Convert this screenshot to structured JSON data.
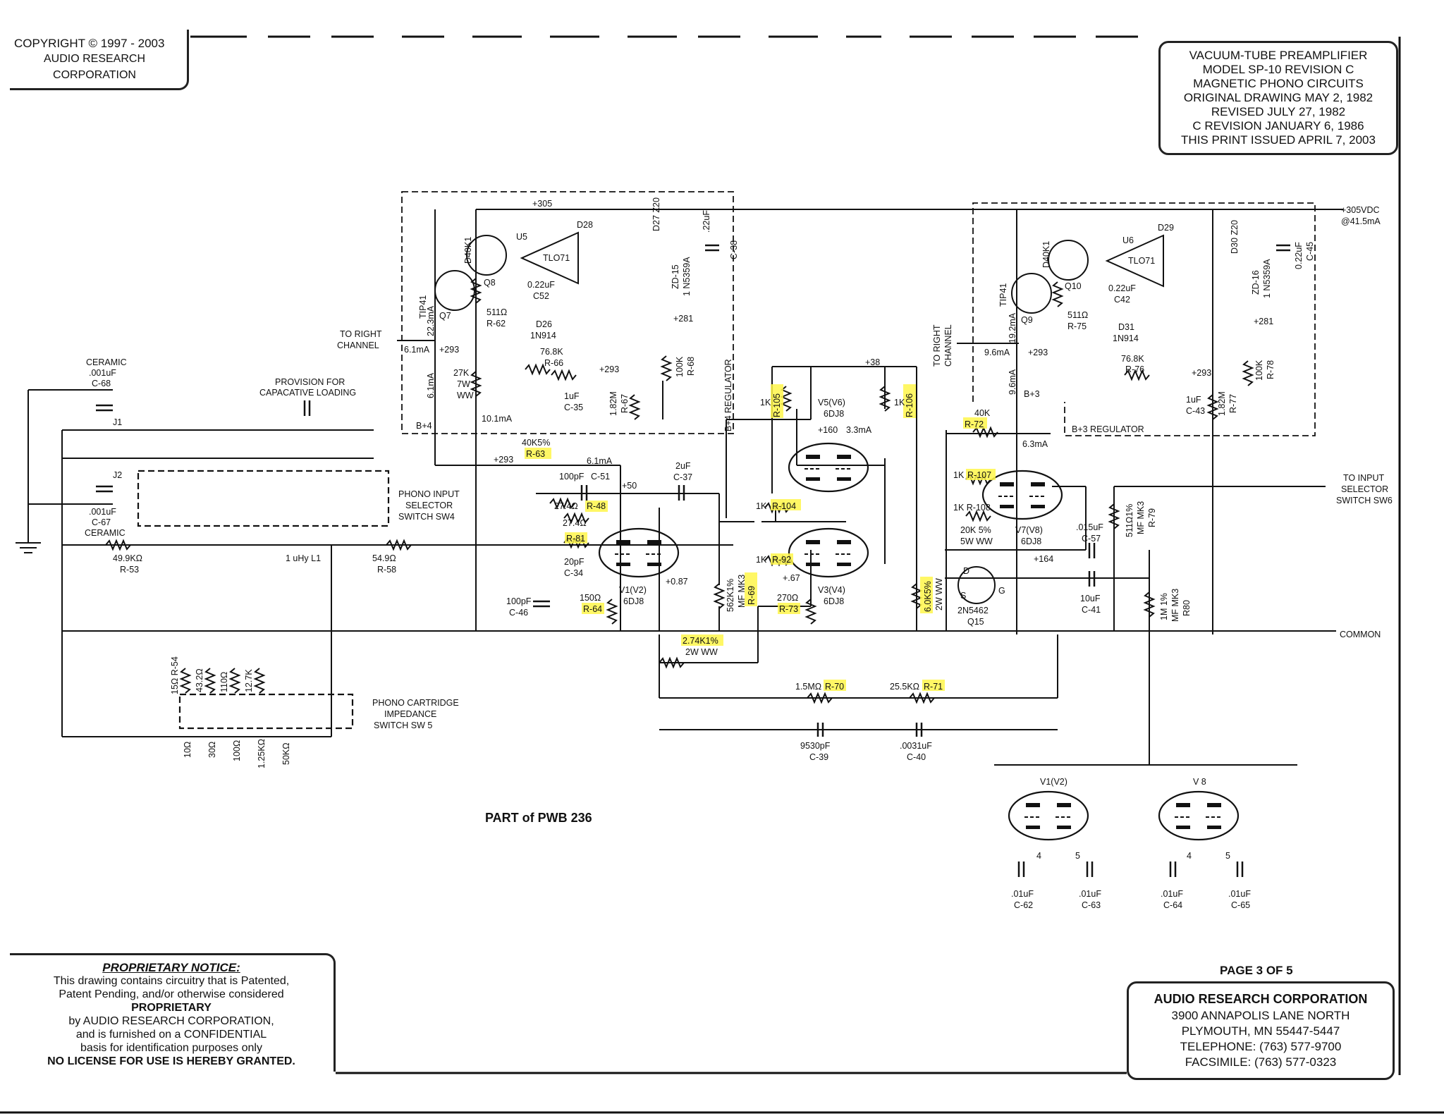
{
  "copyright": [
    "COPYRIGHT © 1997 - 2003",
    "AUDIO RESEARCH",
    "CORPORATION"
  ],
  "title_block": [
    "VACUUM-TUBE PREAMPLIFIER",
    "MODEL SP-10 REVISION C",
    "MAGNETIC PHONO CIRCUITS",
    "ORIGINAL DRAWING MAY 2, 1982",
    "REVISED JULY 27, 1982",
    "C REVISION JANUARY 6, 1986",
    "THIS PRINT ISSUED APRIL 7, 2003"
  ],
  "page_number": "PAGE 3 OF 5",
  "pwb": "PART of PWB 236",
  "notice": {
    "heading": "PROPRIETARY NOTICE:",
    "lines": [
      "This drawing contains circuitry  that is Patented,",
      "Patent Pending, and/or otherwise considered",
      "PROPRIETARY",
      "by AUDIO RESEARCH CORPORATION,",
      "and is furnished on a CONFIDENTIAL",
      "basis for identification purposes only",
      "NO LICENSE FOR USE IS HEREBY GRANTED."
    ]
  },
  "company": [
    "AUDIO RESEARCH CORPORATION",
    "3900 ANNAPOLIS LANE NORTH",
    "PLYMOUTH, MN 55447-5447",
    "TELEPHONE:  (763) 577-9700",
    "FACSIMILE:  (763) 577-0323"
  ],
  "labels": {
    "plus305": "+305",
    "plus305vdc": "+305VDC",
    "ma415": "@41.5mA",
    "plus281a": "+281",
    "plus281b": "+281",
    "plus293a": "+293",
    "plus293b": "+293",
    "plus293c": "+293",
    "plus293d": "+293",
    "plus293e": "+293",
    "to_right_channel": "TO RIGHT CHANNEL",
    "to_right": "TO RIGHT",
    "channel": "CHANNEL",
    "b4": "B+4",
    "b3": "B+3",
    "b4reg": "B+4 REGULATOR",
    "b3reg": "B+3 REGULATOR",
    "u5": "U5",
    "u6": "U6",
    "tlo71a": "TLO71",
    "tlo71b": "TLO71",
    "q7": "Q7",
    "q8": "Q8",
    "q9": "Q9",
    "q10": "Q10",
    "tip41a": "TIP41",
    "tip41b": "TIP41",
    "d40k1a": "D40K1",
    "d40k1b": "D40K1",
    "d28": "D28",
    "d29": "D29",
    "d27": "D27 Z20",
    "d30": "D30 Z20",
    "zd15": "ZD-15",
    "zd16": "ZD-16",
    "n5359a": "1 N5359A",
    "n5359b": "1 N5359A",
    "c38v": ".22uF",
    "c38": "C-38",
    "c45v": "0.22uF",
    "c45": "C-45",
    "c52v": "0.22uF",
    "c52": "C52",
    "c42v": "0.22uF",
    "c42": "C42",
    "d26": "D26",
    "d31": "D31",
    "n914a": "1N914",
    "n914b": "1N914",
    "r62v": "511Ω",
    "r62": "R-62",
    "r75v": "511Ω",
    "r75": "R-75",
    "r66v": "76.8K",
    "r66": "R-66",
    "r76v": "76.8K",
    "r76": "R-76",
    "r68v": "100K",
    "r68": "R-68",
    "r78v": "100K",
    "r78": "R-78",
    "r67v": "1.82M",
    "r67": "R-67",
    "r77v": "1.82M",
    "r77": "R-77",
    "c35v": "1uF",
    "c35": "C-35",
    "c43v": "1uF",
    "c43": "C-43",
    "ma223": "22.3mA",
    "ma61a": "6.1mA",
    "ma61b": "6.1mA",
    "ma61c": "6.1mA",
    "ma101": "10.1mA",
    "ma192": "19.2mA",
    "ma96a": "9.6mA",
    "ma96b": "9.6mA",
    "ma33": "3.3mA",
    "ma63": "6.3mA",
    "r27k": "27K",
    "r7w": "7W",
    "rww": "WW",
    "ceramic1": "CERAMIC",
    "c68v": ".001uF",
    "c68": "C-68",
    "c67v": ".001uF",
    "c67": "C-67",
    "ceramic2": "CERAMIC",
    "j1": "J1",
    "j2": "J2",
    "provision": "PROVISION FOR",
    "capload": "CAPACATIVE LOADING",
    "sw4a": "PHONO INPUT",
    "sw4b": "SELECTOR",
    "sw4c": "SWITCH SW4",
    "r53v": "49.9KΩ",
    "r53": "R-53",
    "l1": "1 uHy  L1",
    "r58v": "54.9Ω",
    "r58": "R-58",
    "r63v": "40K5%",
    "r63": "R-63",
    "c51v": "100pF",
    "c51": "C-51",
    "plus50": "+50",
    "c37v": "2uF",
    "c37": "C-37",
    "r48v": "27.4Ω",
    "r48": "R-48",
    "r81v": "27.4Ω",
    "r81": "R-81",
    "c34v": "20pF",
    "c34": "C-34",
    "c46v": "100pF",
    "c46": "C-46",
    "r64v": "150Ω",
    "r64": "R-64",
    "v1": "V1(V2)",
    "v1t": "6DJ8",
    "plus087": "+0.87",
    "r69v": "562K1%",
    "r69m": "MF MK3",
    "r69": "R-69",
    "r105v": "1K",
    "r105": "R-105",
    "r106v": "1K",
    "r106": "R-106",
    "plus38": "+38",
    "v5": "V5(V6)",
    "v5t": "6DJ8",
    "plus160": "+160",
    "r104v": "1K",
    "r104": "R-104",
    "r92v": "1K",
    "r92": "R-92",
    "plus67": "+.67",
    "r73v": "270Ω",
    "r73": "R-73",
    "v3": "V3(V4)",
    "v3t": "6DJ8",
    "r74v": "2.74K1%",
    "r74w": "2W WW",
    "r65v": "6.0K5%",
    "r65w": "2W WW",
    "r72v": "40K",
    "r72": "R-72",
    "r107v": "1K",
    "r107": "R-107",
    "r108v": "1K  R-108",
    "r20k": "20K 5%",
    "r5w": "5W WW",
    "v7": "V7(V8)",
    "v7t": "6DJ8",
    "plus164": "+164",
    "c57v": ".015uF",
    "c57": "C-57",
    "r79v": "511Ω1%",
    "r79m": "MF MK3",
    "r79": "R-79",
    "to_input1": "TO INPUT",
    "to_input2": "SELECTOR",
    "to_input3": "SWITCH SW6",
    "q15a": "2N5462",
    "q15": "Q15",
    "jd": "D",
    "js": "S",
    "jg": "G",
    "c41v": "10uF",
    "c41": "C-41",
    "r80v": "1M 1%",
    "r80m": "MF MK3",
    "r80": "R80",
    "common": "COMMON",
    "r70v": "1.5MΩ",
    "r70": "R-70",
    "r71v": "25.5KΩ",
    "r71": "R-71",
    "c39v": "9530pF",
    "c39": "C-39",
    "c40v": ".0031uF",
    "c40": "C-40",
    "r54": "15Ω R-54",
    "r432": "43.2Ω",
    "r110": "110Ω",
    "r127": "12.7K",
    "sw5a": "PHONO CARTRIDGE",
    "sw5b": "IMPEDANCE",
    "sw5c": "SWITCH SW 5",
    "sw5p1": "10Ω",
    "sw5p2": "30Ω",
    "sw5p3": "100Ω",
    "sw5p4": "1.25KΩ",
    "sw5p5": "50KΩ",
    "v1v2": "V1(V2)",
    "v8": "V 8",
    "p4a": "4",
    "p5a": "5",
    "p4b": "4",
    "p5b": "5",
    "c62v": ".01uF",
    "c62": "C-62",
    "c63v": ".01uF",
    "c63": "C-63",
    "c64v": ".01uF",
    "c64": "C-64",
    "c65v": ".01uF",
    "c65": "C-65"
  },
  "highlight_color": "#fff64a"
}
